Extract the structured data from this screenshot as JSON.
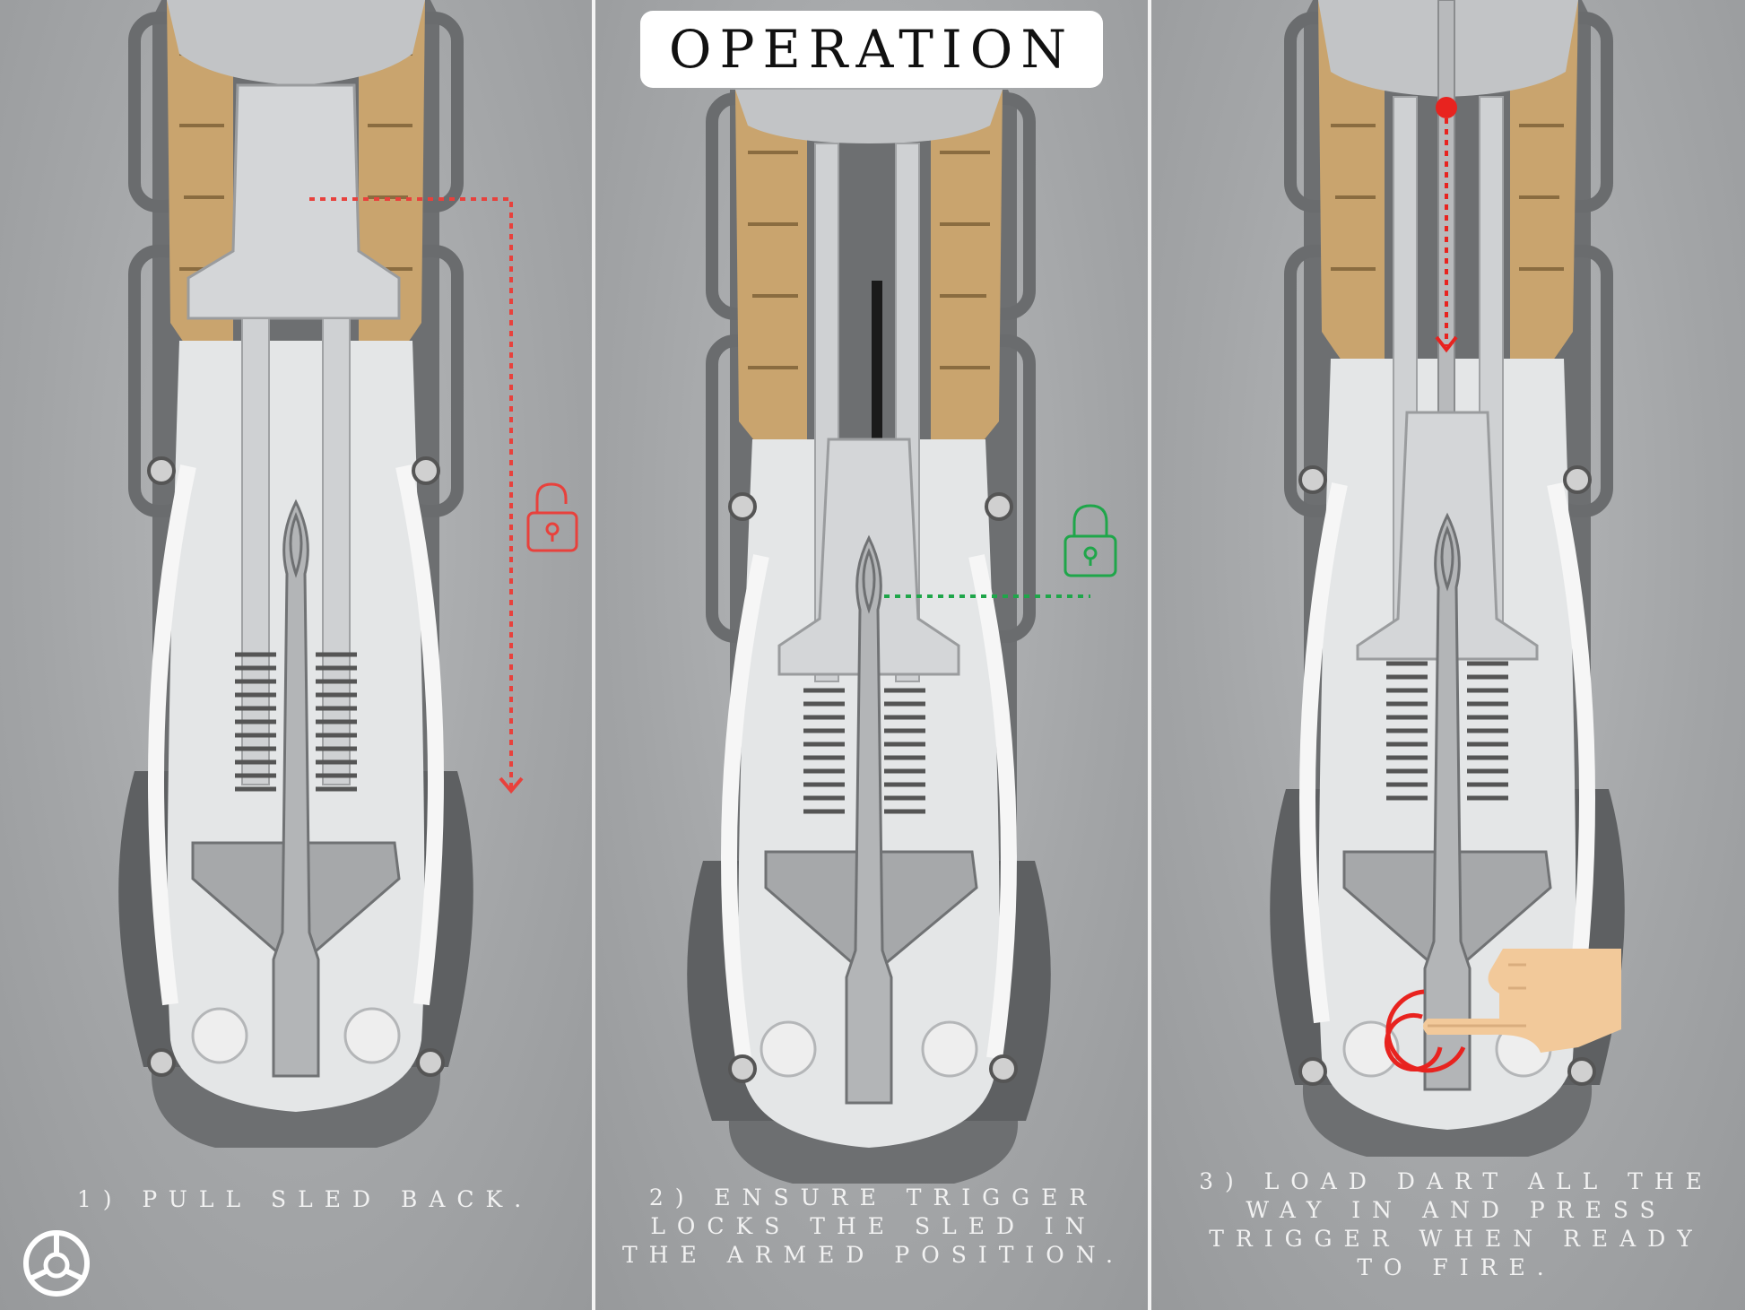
{
  "title": "OPERATION",
  "steps": [
    {
      "caption": "1) PULL SLED BACK.",
      "lock_state": "unlocked"
    },
    {
      "caption": "2) ENSURE TRIGGER\nLOCKS THE SLED IN\nTHE ARMED POSITION.",
      "lock_state": "locked"
    },
    {
      "caption": "3) LOAD DART ALL THE\nWAY IN AND PRESS\nTRIGGER WHEN READY\nTO FIRE.",
      "lock_state": "press"
    }
  ],
  "icons": {
    "step1": "unlocked-padlock-icon",
    "step2": "locked-padlock-icon",
    "step3": "finger-press-icon",
    "brand": "tri-spoke-logo-icon"
  },
  "colors": {
    "background": "#a6a8aa",
    "unlocked": "#e8413c",
    "locked": "#1fa64a",
    "press": "#e8231f",
    "gold": "#c9a46e",
    "silver": "#e4e6e7",
    "dark_frame": "#6d6f71",
    "finger": "#f2c99a"
  }
}
